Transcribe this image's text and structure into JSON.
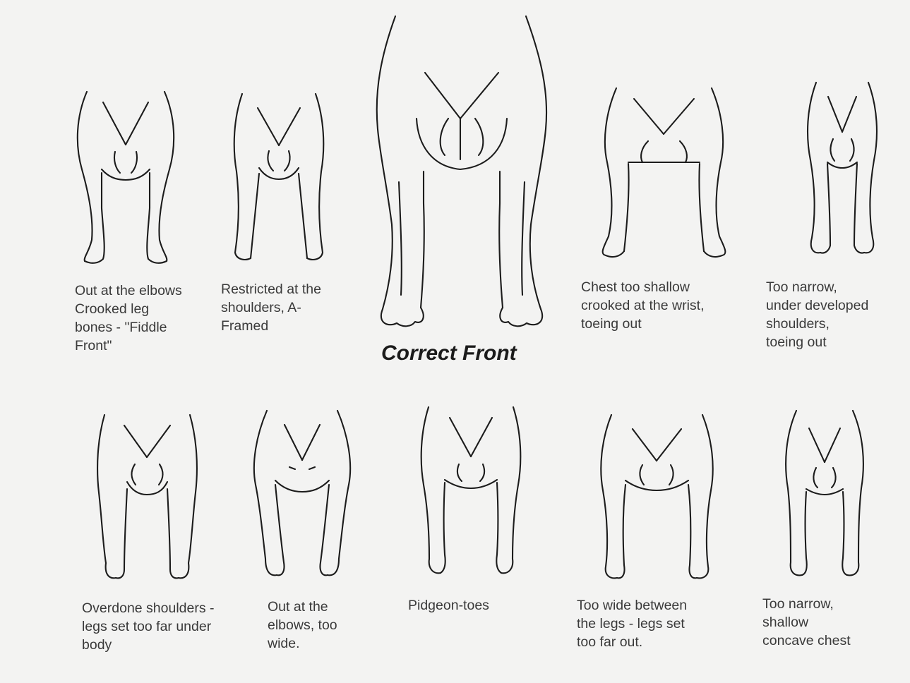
{
  "diagram": {
    "main_caption": "Correct Front",
    "figures": [
      {
        "id": "fig-01",
        "caption": "Out at the elbows\nCrooked leg\nbones - \"Fiddle\nFront\""
      },
      {
        "id": "fig-02",
        "caption": "Restricted at the\nshoulders, A-\nFramed"
      },
      {
        "id": "fig-03",
        "caption": "Chest too shallow\ncrooked at the wrist,\ntoeing out"
      },
      {
        "id": "fig-04",
        "caption": "Too narrow,\nunder developed\nshoulders,\ntoeing out"
      },
      {
        "id": "fig-05",
        "caption": "Overdone shoulders -\nlegs set too far under\nbody"
      },
      {
        "id": "fig-06",
        "caption": "Out at the\nelbows, too\nwide."
      },
      {
        "id": "fig-07",
        "caption": "Pidgeon-toes"
      },
      {
        "id": "fig-08",
        "caption": "Too wide between\nthe legs - legs set\ntoo far out."
      },
      {
        "id": "fig-09",
        "caption": "Too narrow,\nshallow\nconcave chest"
      }
    ]
  }
}
